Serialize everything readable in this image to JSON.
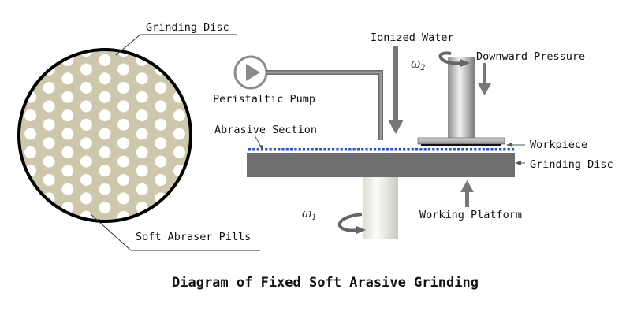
{
  "labels": {
    "grinding_disc_top": "Grinding Disc",
    "soft_abraser_pills": "Soft Abraser Pills",
    "peristaltic_pump": "Peristaltic Pump",
    "abrasive_section": "Abrasive Section",
    "ionized_water": "Ionized Water",
    "downward_pressure": "Downward Pressure",
    "workpiece": "Workpiece",
    "grinding_disc_side": "Grinding Disc",
    "working_platform": "Working Platform",
    "omega2": "ω",
    "omega2_sub": "2",
    "omega1": "ω",
    "omega1_sub": "1"
  },
  "title": "Diagram of Fixed Soft Arasive Grinding",
  "colors": {
    "disc_fill": "#cdc8ac",
    "platform": "#6e6e6e",
    "abrasive_dots": "#2a4fd6",
    "pipe": "#8a8a8a"
  }
}
